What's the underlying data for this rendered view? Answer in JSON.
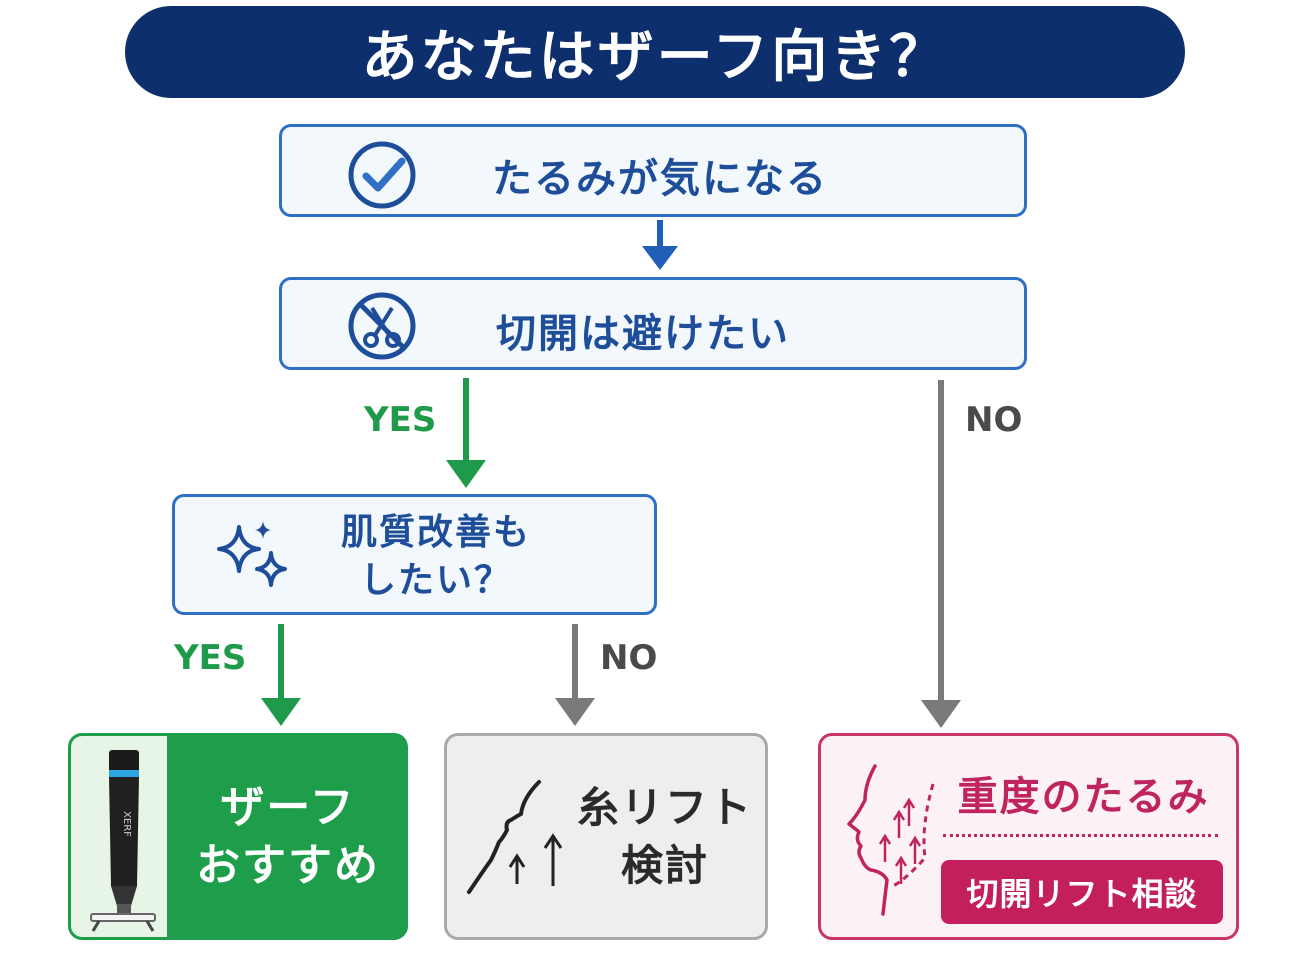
{
  "title": "あなたはザーフ向き？",
  "questions": {
    "q1": {
      "text": "たるみが気になる",
      "icon": "check-circle-icon"
    },
    "q2": {
      "text": "切開は避けたい",
      "icon": "scissors-prohibited-icon"
    },
    "q3": {
      "line1": "肌質改善も",
      "line2": "したい？",
      "icon": "sparkle-icon"
    }
  },
  "edges": {
    "q2_yes": "YES",
    "q2_no": "NO",
    "q3_yes": "YES",
    "q3_no": "NO"
  },
  "results": {
    "zaafu": {
      "line1": "ザーフ",
      "line2": "おすすめ",
      "device_brand": "XERF",
      "icon": "xerf-device-icon"
    },
    "thread": {
      "line1": "糸リフト",
      "line2": "検討",
      "icon": "face-lift-arrows-icon"
    },
    "severe": {
      "title": "重度のたるみ",
      "button": "切開リフト相談",
      "icon": "face-profile-icon"
    }
  },
  "colors": {
    "title_bg": "#0e2f6e",
    "question_border": "#2f6fc4",
    "question_text": "#1e4e9a",
    "yes": "#1f9a4a",
    "no": "#7a7a7a",
    "zaafu_bg": "#1e9d4b",
    "severe_accent": "#c31f5c"
  }
}
